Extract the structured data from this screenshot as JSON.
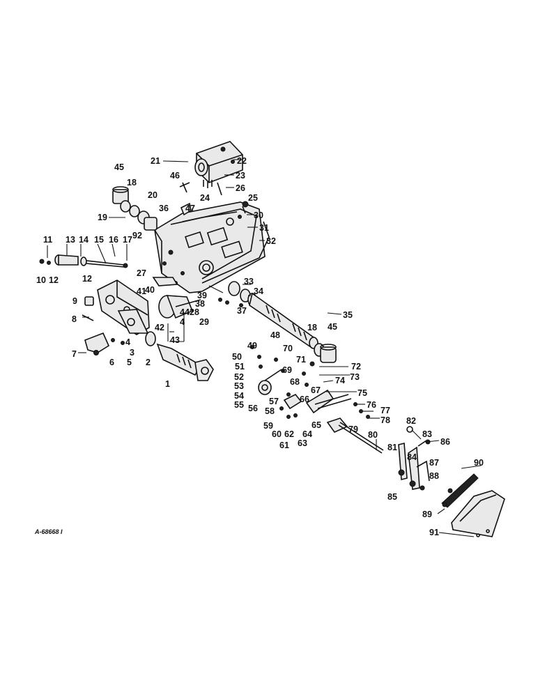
{
  "figure_ref": "A-68668 I",
  "labels": [
    {
      "id": "l1",
      "text": "1"
    },
    {
      "id": "l2",
      "text": "2"
    },
    {
      "id": "l3",
      "text": "3"
    },
    {
      "id": "l4a",
      "text": "4"
    },
    {
      "id": "l4b",
      "text": "4"
    },
    {
      "id": "l5",
      "text": "5"
    },
    {
      "id": "l6",
      "text": "6"
    },
    {
      "id": "l7",
      "text": "7"
    },
    {
      "id": "l8",
      "text": "8"
    },
    {
      "id": "l9",
      "text": "9"
    },
    {
      "id": "l10",
      "text": "10"
    },
    {
      "id": "l11",
      "text": "11"
    },
    {
      "id": "l12a",
      "text": "12"
    },
    {
      "id": "l12b",
      "text": "12"
    },
    {
      "id": "l13",
      "text": "13"
    },
    {
      "id": "l14",
      "text": "14"
    },
    {
      "id": "l15",
      "text": "15"
    },
    {
      "id": "l16",
      "text": "16"
    },
    {
      "id": "l17",
      "text": "17"
    },
    {
      "id": "l18a",
      "text": "18"
    },
    {
      "id": "l18b",
      "text": "18"
    },
    {
      "id": "l19",
      "text": "19"
    },
    {
      "id": "l20",
      "text": "20"
    },
    {
      "id": "l21",
      "text": "21"
    },
    {
      "id": "l22",
      "text": "22"
    },
    {
      "id": "l23",
      "text": "23"
    },
    {
      "id": "l24",
      "text": "24"
    },
    {
      "id": "l25",
      "text": "25"
    },
    {
      "id": "l26",
      "text": "26"
    },
    {
      "id": "l27",
      "text": "27"
    },
    {
      "id": "l28",
      "text": "28"
    },
    {
      "id": "l29",
      "text": "29"
    },
    {
      "id": "l30",
      "text": "30"
    },
    {
      "id": "l31",
      "text": "31"
    },
    {
      "id": "l32",
      "text": "32"
    },
    {
      "id": "l33",
      "text": "33"
    },
    {
      "id": "l34",
      "text": "34"
    },
    {
      "id": "l35",
      "text": "35"
    },
    {
      "id": "l36",
      "text": "36"
    },
    {
      "id": "l37",
      "text": "37"
    },
    {
      "id": "l38",
      "text": "38"
    },
    {
      "id": "l39",
      "text": "39"
    },
    {
      "id": "l40",
      "text": "40"
    },
    {
      "id": "l41",
      "text": "41"
    },
    {
      "id": "l42",
      "text": "42"
    },
    {
      "id": "l43",
      "text": "43"
    },
    {
      "id": "l44",
      "text": "44"
    },
    {
      "id": "l45a",
      "text": "45"
    },
    {
      "id": "l45b",
      "text": "45"
    },
    {
      "id": "l46",
      "text": "46"
    },
    {
      "id": "l47",
      "text": "47"
    },
    {
      "id": "l48",
      "text": "48"
    },
    {
      "id": "l49",
      "text": "49"
    },
    {
      "id": "l50",
      "text": "50"
    },
    {
      "id": "l51",
      "text": "51"
    },
    {
      "id": "l52",
      "text": "52"
    },
    {
      "id": "l53",
      "text": "53"
    },
    {
      "id": "l54",
      "text": "54"
    },
    {
      "id": "l55",
      "text": "55"
    },
    {
      "id": "l56",
      "text": "56"
    },
    {
      "id": "l57",
      "text": "57"
    },
    {
      "id": "l58",
      "text": "58"
    },
    {
      "id": "l59",
      "text": "59"
    },
    {
      "id": "l60",
      "text": "60"
    },
    {
      "id": "l61",
      "text": "61"
    },
    {
      "id": "l62",
      "text": "62"
    },
    {
      "id": "l63",
      "text": "63"
    },
    {
      "id": "l64",
      "text": "64"
    },
    {
      "id": "l65",
      "text": "65"
    },
    {
      "id": "l66",
      "text": "66"
    },
    {
      "id": "l67",
      "text": "67"
    },
    {
      "id": "l68",
      "text": "68"
    },
    {
      "id": "l69",
      "text": "69"
    },
    {
      "id": "l70",
      "text": "70"
    },
    {
      "id": "l71",
      "text": "71"
    },
    {
      "id": "l72",
      "text": "72"
    },
    {
      "id": "l73",
      "text": "73"
    },
    {
      "id": "l74",
      "text": "74"
    },
    {
      "id": "l75",
      "text": "75"
    },
    {
      "id": "l76",
      "text": "76"
    },
    {
      "id": "l77",
      "text": "77"
    },
    {
      "id": "l78",
      "text": "78"
    },
    {
      "id": "l79",
      "text": "79"
    },
    {
      "id": "l80",
      "text": "80"
    },
    {
      "id": "l81",
      "text": "81"
    },
    {
      "id": "l82",
      "text": "82"
    },
    {
      "id": "l83",
      "text": "83"
    },
    {
      "id": "l84",
      "text": "84"
    },
    {
      "id": "l85",
      "text": "85"
    },
    {
      "id": "l86",
      "text": "86"
    },
    {
      "id": "l87",
      "text": "87"
    },
    {
      "id": "l88",
      "text": "88"
    },
    {
      "id": "l89",
      "text": "89"
    },
    {
      "id": "l90",
      "text": "90"
    },
    {
      "id": "l91",
      "text": "91"
    },
    {
      "id": "l92",
      "text": "92"
    }
  ]
}
